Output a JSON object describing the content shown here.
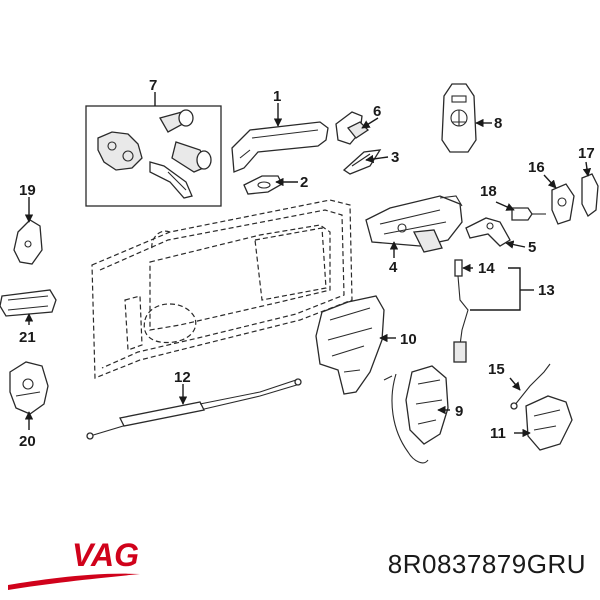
{
  "callouts": {
    "c1": "1",
    "c2": "2",
    "c3": "3",
    "c4": "4",
    "c5": "5",
    "c6": "6",
    "c7": "7",
    "c8": "8",
    "c9": "9",
    "c10": "10",
    "c11": "11",
    "c12": "12",
    "c13": "13",
    "c14": "14",
    "c15": "15",
    "c16": "16",
    "c17": "17",
    "c18": "18",
    "c19": "19",
    "c20": "20",
    "c21": "21"
  },
  "brand": {
    "logo_text": "VAG",
    "logo_color": "#d0021b"
  },
  "part_number": "8R0837879GRU"
}
